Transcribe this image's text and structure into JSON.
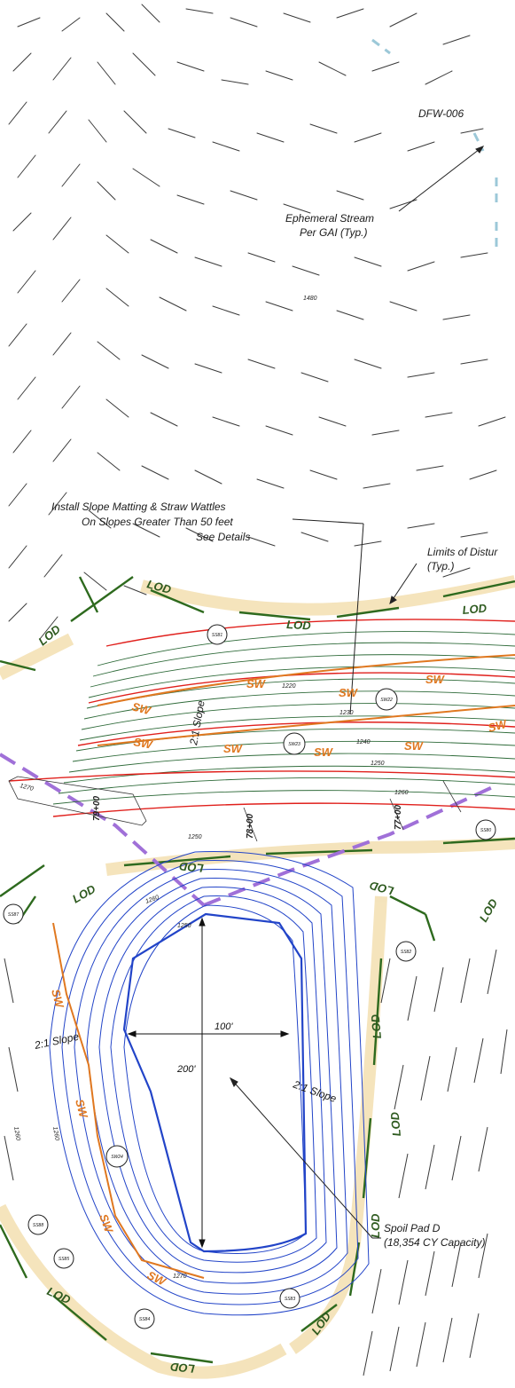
{
  "labels": {
    "dfw": "DFW-006",
    "stream_line1": "Ephemeral Stream",
    "stream_line2": "Per GAI (Typ.)",
    "matting_line1": "Install Slope Matting & Straw Wattles",
    "matting_line2": "On Slopes Greater Than 50 feet",
    "matting_line3": "See Details",
    "limits_line1": "Limits of Distur",
    "limits_line2": "(Typ.)",
    "slope_upper": "2:1 Slope",
    "slope_left": "2:1 Slope",
    "slope_right": "2:1 Slope",
    "spoil_line1": "Spoil Pad D",
    "spoil_line2": "(18,354 CY Capacity)",
    "dim_width": "100'",
    "dim_length": "200'"
  },
  "elevations": {
    "e1480": "1480",
    "e1220": "1220",
    "e1230": "1230",
    "e1240": "1240",
    "e1250": "1250",
    "e1260": "1260",
    "e1270": "1270",
    "e1250b": "1250",
    "pad1260": "1260",
    "pad1250": "1250",
    "pad1260b": "1260",
    "pad1260c": "1260",
    "pad1270": "1270"
  },
  "stations": {
    "s7900": "79+00",
    "s7800": "78+00",
    "s7700": "77+00"
  },
  "markers": {
    "ss81": "SS81",
    "sw22": "SW22",
    "sw23": "SW23",
    "ss80": "SS80",
    "ss87": "SS87",
    "ss82": "SS82",
    "sw24": "SW24",
    "ss88": "SS88",
    "ss85": "SS85",
    "ss83": "SS83",
    "ss84": "SS84"
  },
  "tags": {
    "lod": "LOD",
    "sw": "SW"
  },
  "colors": {
    "contour": "#3a3a3a",
    "slope_contour": "#2f6b3a",
    "index_contour": "#e0201c",
    "wattle": "#e07820",
    "lod_line": "#2e6a1e",
    "lod_buffer": "#f3dfb0",
    "pad_contour": "#2244c8",
    "pipeline": "#a070d8",
    "stream": "#9cc8d8"
  }
}
